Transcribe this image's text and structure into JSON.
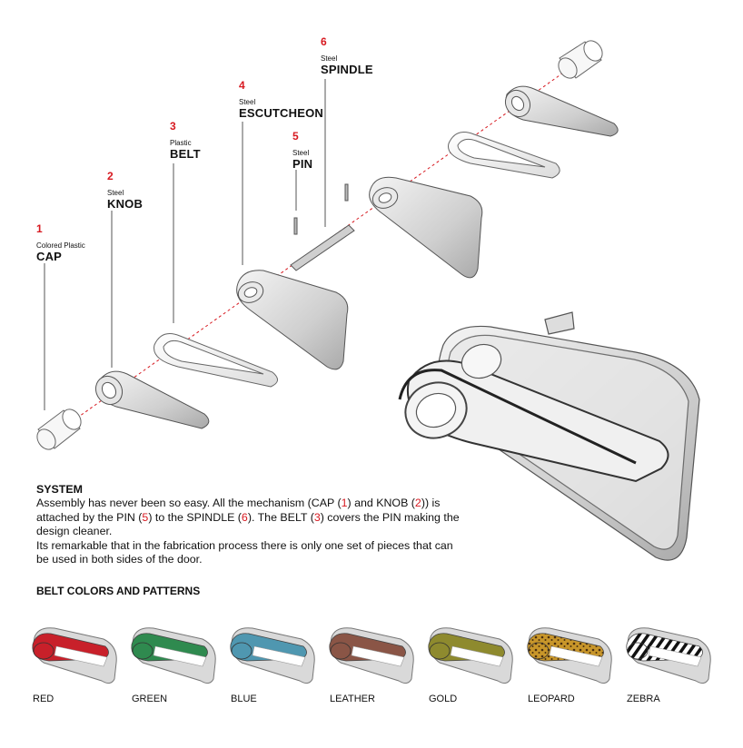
{
  "parts": [
    {
      "number": "1",
      "material": "Colored Plastic",
      "name": "CAP"
    },
    {
      "number": "2",
      "material": "Steel",
      "name": "KNOB"
    },
    {
      "number": "3",
      "material": "Plastic",
      "name": "BELT"
    },
    {
      "number": "4",
      "material": "Steel",
      "name": "ESCUTCHEON"
    },
    {
      "number": "5",
      "material": "Steel",
      "name": "PIN"
    },
    {
      "number": "6",
      "material": "Steel",
      "name": "SPINDLE"
    }
  ],
  "system": {
    "heading": "SYSTEM",
    "t1": "Assembly has never been so easy. All the mechanism (CAP (",
    "n1": "1",
    "t2": ") and KNOB (",
    "n2": "2",
    "t3": ")) is attached by the PIN (",
    "n3": "5",
    "t4": ") to the SPINDLE (",
    "n4": "6",
    "t5": "). The BELT (",
    "n5": "3",
    "t6": ") covers the PIN making the design cleaner.",
    "p2": "Its remarkable that in the fabrication process there is only one set of pieces that can be used in both sides of the door."
  },
  "belt_colors_title": "BELT COLORS AND PATTERNS",
  "belt_colors": [
    {
      "label": "RED",
      "color": "#c8202a"
    },
    {
      "label": "GREEN",
      "color": "#2f8a4f"
    },
    {
      "label": "BLUE",
      "color": "#4f97b0"
    },
    {
      "label": "LEATHER",
      "color": "#8a5546"
    },
    {
      "label": "GOLD",
      "color": "#8e8a2e"
    },
    {
      "label": "LEOPARD",
      "color": "#c8962a"
    },
    {
      "label": "ZEBRA",
      "color": "#222222"
    }
  ],
  "accent_color": "#d71920"
}
